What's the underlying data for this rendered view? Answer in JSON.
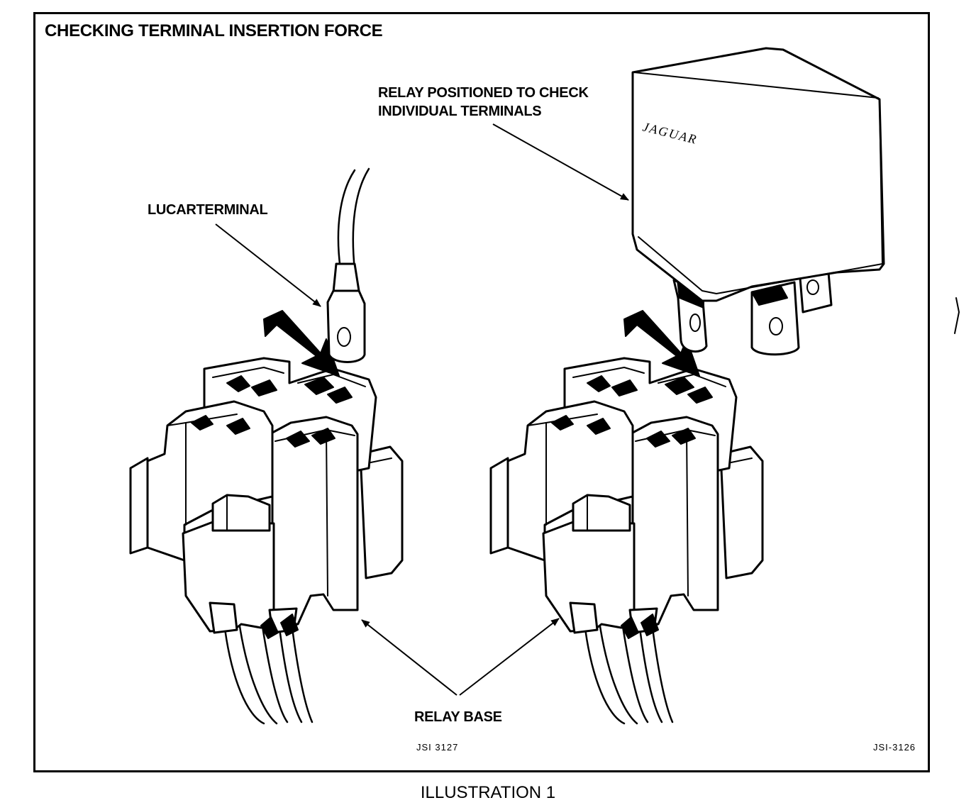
{
  "title": "CHECKING TERMINAL INSERTION FORCE",
  "labels": {
    "relay_positioned": [
      "RELAY POSITIONED TO CHECK",
      "INDIVIDUAL TERMINALS"
    ],
    "lucar_terminal": "LUCARTERMINAL",
    "relay_base": "RELAY BASE"
  },
  "references": {
    "left": "JSI 3127",
    "right": "JSI-3126"
  },
  "relay_logo": "JAGUAR",
  "caption": "ILLUSTRATION 1"
}
